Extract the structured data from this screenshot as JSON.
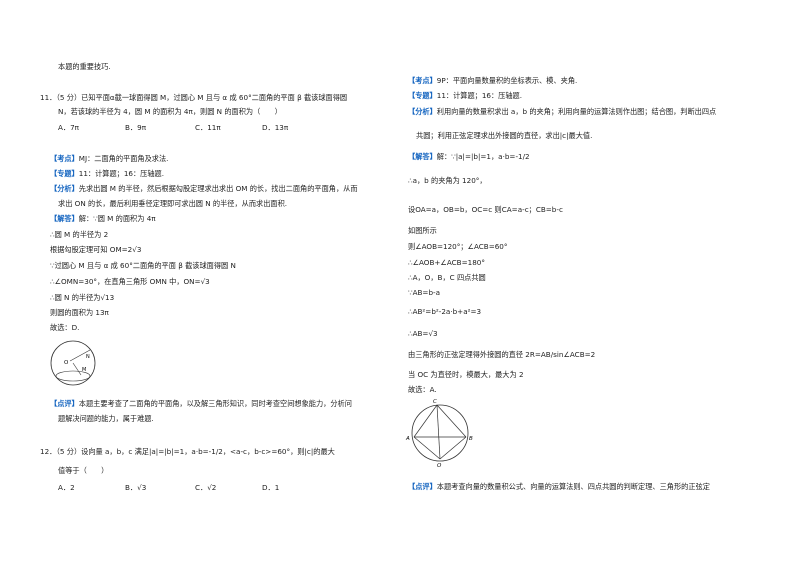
{
  "left": {
    "prev_tail": "本题的重要技巧.",
    "q11": {
      "stem1": "11．（5 分）已知平面α截一球面得圆 M，过圆心 M 且与 α 成 60°二面角的平面 β 截该球面得圆",
      "stem2": "N，若该球的半径为 4，圆 M 的面积为 4π，则圆 N 的面积为（　　）",
      "options": [
        "A．7π",
        "B．9π",
        "C．11π",
        "D．13π"
      ],
      "kaodian_tag": "【考点】",
      "kaodian": "MJ：二面角的平面角及求法.",
      "zhuanti_tag": "【专题】",
      "zhuanti": "11：计算题；16：压轴题.",
      "fenxi_tag": "【分析】",
      "fenxi1": "先求出圆 M 的半径，然后根据勾股定理求出求出 OM 的长，找出二面角的平面角，从而",
      "fenxi2": "求出 ON 的长，最后利用垂径定理即可求出圆 N 的半径，从而求出面积.",
      "jieda_tag": "【解答】",
      "jieda": "解：∵圆 M 的面积为 4π",
      "s1": "∴圆 M 的半径为 2",
      "s2": "根据勾股定理可知 OM=2√3",
      "s3": "∵过圆心 M 且与 α 成 60°二面角的平面 β 截该球面得圆 N",
      "s4": "∴∠OMN=30°，在直角三角形 OMN 中，ON=√3",
      "s5": "∴圆 N 的半径为√13",
      "s6": "则圆的面积为 13π",
      "choose": "故选：D.",
      "fig_labels": [
        "O",
        "M",
        "N"
      ],
      "dianping_tag": "【点评】",
      "dianping1": "本题主要考查了二面角的平面角，以及解三角形知识，同时考查空间想象能力，分析问",
      "dianping2": "题解决问题的能力，属于难题."
    },
    "q12": {
      "stem1": "12．（5 分）设向量 a，b，c 满足|a|=|b|=1，a·b=-1/2，<a-c，b-c>=60°，则|c|的最大",
      "stem2": "值等于（　　）",
      "options": [
        "A．2",
        "B．√3",
        "C．√2",
        "D．1"
      ]
    }
  },
  "right": {
    "kaodian_tag": "【考点】",
    "kaodian": "9P：平面向量数量积的坐标表示、模、夹角.",
    "zhuanti_tag": "【专题】",
    "zhuanti": "11：计算题；16：压轴题.",
    "fenxi_tag": "【分析】",
    "fenxi1": "利用向量的数量积求出 a，b 的夹角；利用向量的运算法则作出图；结合图，判断出四点",
    "fenxi2": "共圆；利用正弦定理求出外接圆的直径，求出|c|最大值.",
    "jieda_tag": "【解答】",
    "jieda": "解：∵|a|=|b|=1，a·b=-1/2",
    "s1": "∴a，b 的夹角为 120°，",
    "s2": "设OA=a，OB=b，OC=c 则CA=a-c；CB=b-c",
    "s3": "如图所示",
    "s4": "则∠AOB=120°；∠ACB=60°",
    "s5": "∴∠AOB+∠ACB=180°",
    "s6": "∴A，O，B，C 四点共圆",
    "s7": "∵AB=b-a",
    "s8": "∴AB²=b²-2a·b+a²=3",
    "s9": "∴AB=√3",
    "s10": "由三角形的正弦定理得外接圆的直径 2R=AB/sin∠ACB=2",
    "s11": "当 OC 为直径时，模最大，最大为 2",
    "choose": "故选：A.",
    "fig_labels": [
      "C",
      "A",
      "B",
      "O"
    ],
    "dianping_tag": "【点评】",
    "dianping": "本题考查向量的数量积公式、向量的运算法则、四点共圆的判断定理、三角形的正弦定"
  }
}
